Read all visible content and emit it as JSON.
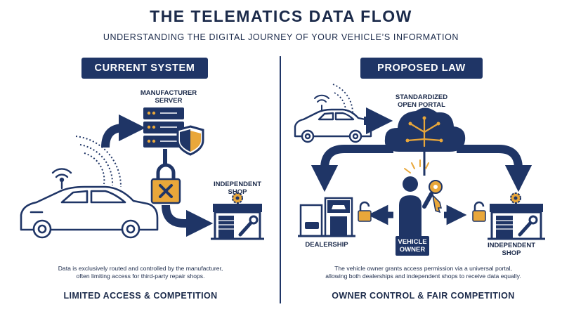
{
  "title": "THE TELEMATICS DATA FLOW",
  "subtitle": "UNDERSTANDING THE DIGITAL JOURNEY OF YOUR VEHICLE’S INFORMATION",
  "left": {
    "heading": "CURRENT SYSTEM",
    "server_label_1": "MANUFACTURER",
    "server_label_2": "SERVER",
    "shop_label_1": "INDEPENDENT",
    "shop_label_2": "SHOP",
    "desc_1": "Data is exclusively routed and controlled by the manufacturer,",
    "desc_2": "often limiting access for third-party repair shops.",
    "footer": "LIMITED ACCESS & COMPETITION"
  },
  "right": {
    "heading": "PROPOSED LAW",
    "portal_label_1": "STANDARDIZED",
    "portal_label_2": "OPEN PORTAL",
    "dealer_label": "DEALERSHIP",
    "owner_label_1": "VEHICLE",
    "owner_label_2": "OWNER",
    "shop_label_1": "INDEPENDENT",
    "shop_label_2": "SHOP",
    "desc_1": "The vehicle owner grants access permission via a universal portal,",
    "desc_2": "allowing both dealerships and independent shops to receive data equally.",
    "footer": "OWNER CONTROL & FAIR COMPETITION"
  },
  "colors": {
    "navy": "#1f3566",
    "accent": "#e9a73a",
    "text": "#1b2a4a"
  },
  "icons": [
    "car-icon",
    "wifi-signal-icon",
    "server-icon",
    "shield-icon",
    "lock-icon",
    "x-mark-icon",
    "shop-icon",
    "gear-icon",
    "wrench-icon",
    "cloud-icon",
    "key-icon",
    "person-icon",
    "unlock-icon",
    "arrow-icon"
  ]
}
